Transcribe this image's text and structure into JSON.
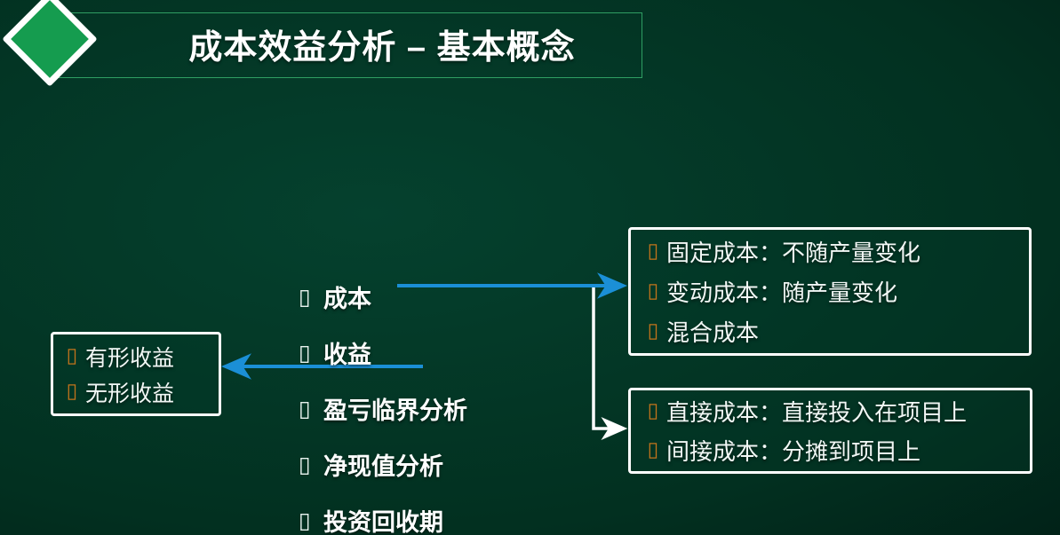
{
  "slide": {
    "title": "成本效益分析 – 基本概念",
    "background_color": "#033526",
    "accent_green": "#159c4f",
    "frame_green": "#2f9e63",
    "arrow_blue": "#1b8fd6",
    "arrow_white": "#ffffff",
    "bullet_orange": "#c4741c"
  },
  "center_list": {
    "bullet_glyph": "▯",
    "items": [
      {
        "label": "成本"
      },
      {
        "label": "收益"
      },
      {
        "label": "盈亏临界分析"
      },
      {
        "label": "净现值分析"
      },
      {
        "label": "投资回收期"
      }
    ]
  },
  "box_benefits": {
    "bullet_glyph": "▯",
    "items": [
      {
        "label": "有形收益"
      },
      {
        "label": "无形收益"
      }
    ]
  },
  "box_cost_type": {
    "bullet_glyph": "▯",
    "items": [
      {
        "label": "固定成本：不随产量变化"
      },
      {
        "label": "变动成本：随产量变化"
      },
      {
        "label": "混合成本"
      }
    ]
  },
  "box_cost_alloc": {
    "bullet_glyph": "▯",
    "items": [
      {
        "label": "直接成本：直接投入在项目上"
      },
      {
        "label": "间接成本：分摊到项目上"
      }
    ]
  }
}
